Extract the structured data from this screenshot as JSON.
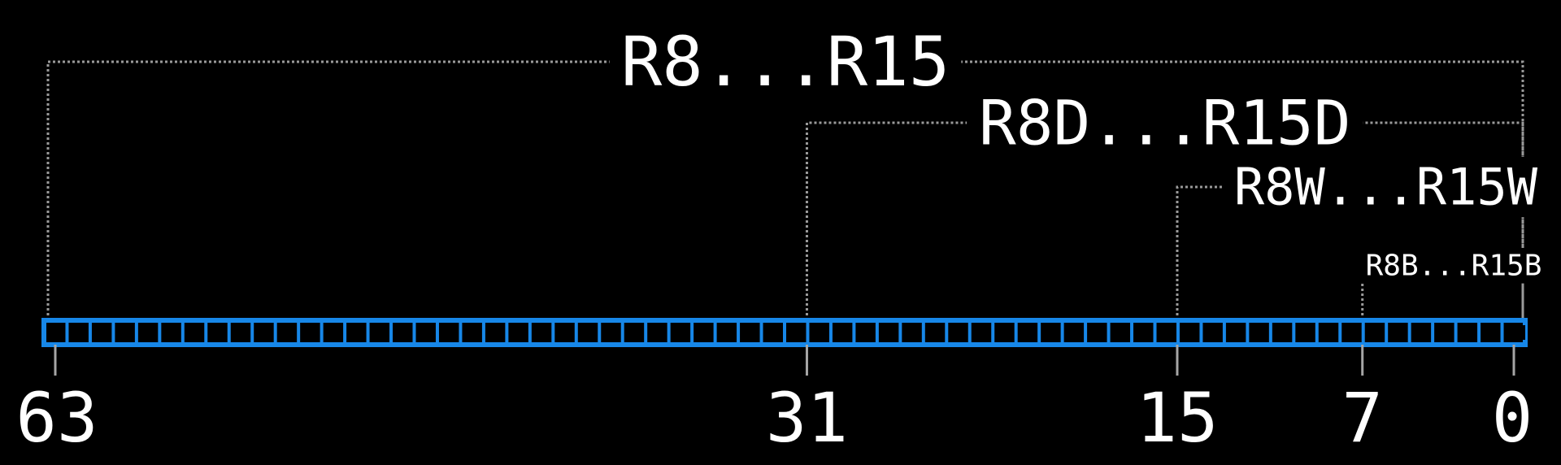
{
  "colors": {
    "background": "#000000",
    "register": "#1787e8",
    "text": "#ffffff",
    "bracket": "#9a9a9a",
    "tick": "#a5a5a5"
  },
  "register": {
    "bit_count": 64
  },
  "ranges": [
    {
      "label": "R8...R15",
      "from_bit": 63,
      "to_bit": 0
    },
    {
      "label": "R8D...R15D",
      "from_bit": 31,
      "to_bit": 0
    },
    {
      "label": "R8W...R15W",
      "from_bit": 15,
      "to_bit": 0
    },
    {
      "label": "R8B...R15B",
      "from_bit": 7,
      "to_bit": 0
    }
  ],
  "bit_labels": [
    {
      "bit": 63,
      "text": "63"
    },
    {
      "bit": 31,
      "text": "31"
    },
    {
      "bit": 15,
      "text": "15"
    },
    {
      "bit": 7,
      "text": "7"
    },
    {
      "bit": 0,
      "text": "0"
    }
  ]
}
